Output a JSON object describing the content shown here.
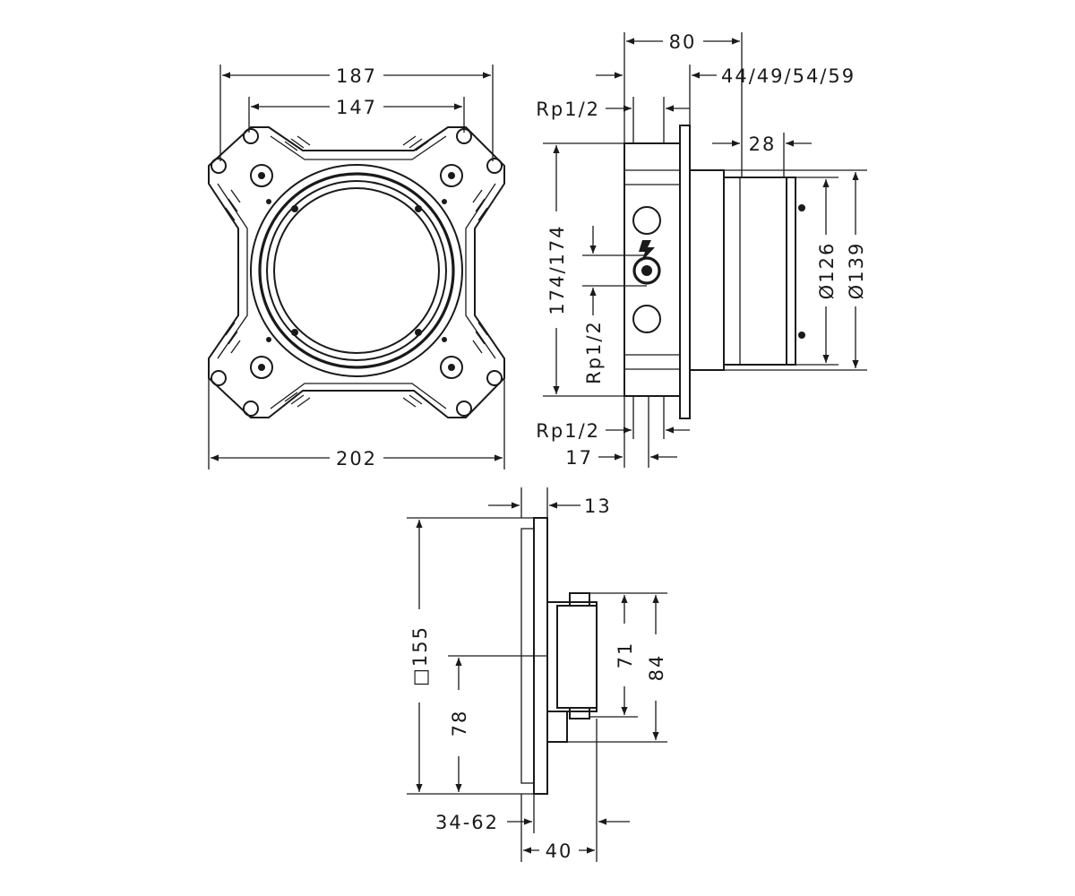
{
  "dimensions": {
    "top_view": {
      "d187": "187",
      "d147": "147",
      "d202": "202"
    },
    "side_view": {
      "d80": "80",
      "d44_59": "44/49/54/59",
      "rp_top": "Rp1/2",
      "d28": "28",
      "d174": "174/174",
      "rp_mid": "Rp1/2",
      "d126": "Ø126",
      "d139": "Ø139",
      "rp_bottom": "Rp1/2",
      "d17": "17"
    },
    "bottom_view": {
      "d13": "13",
      "d155": "□155",
      "d78": "78",
      "d71": "71",
      "d84": "84",
      "d34_62": "34-62",
      "d40": "40"
    }
  },
  "colors": {
    "ink": "#1a1a1a",
    "background": "#ffffff"
  }
}
